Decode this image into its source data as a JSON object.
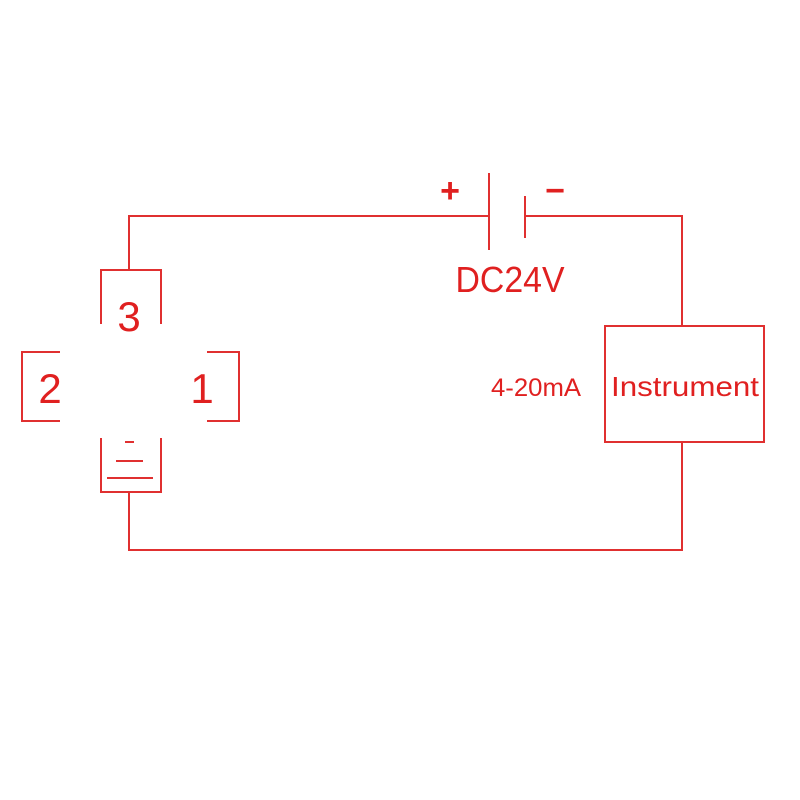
{
  "terminals": {
    "pin_1": "1",
    "pin_2": "2",
    "pin_3": "3"
  },
  "supply": {
    "plus": "+",
    "minus": "−",
    "voltage": "DC24V"
  },
  "signal": "4-20mA",
  "instrument": "Instrument",
  "colors": {
    "line": "#e03030",
    "text": "#e02020",
    "background": "#ffffff"
  }
}
